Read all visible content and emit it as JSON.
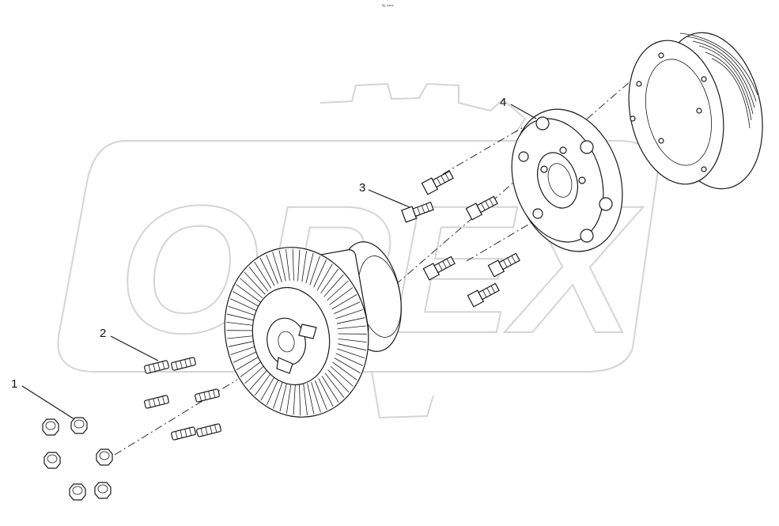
{
  "header": {
    "small_mark": "% ==="
  },
  "watermark": {
    "text": "OREX"
  },
  "callouts": [
    {
      "id": "1",
      "label": "1"
    },
    {
      "id": "2",
      "label": "2"
    },
    {
      "id": "3",
      "label": "3"
    },
    {
      "id": "4",
      "label": "4"
    }
  ]
}
